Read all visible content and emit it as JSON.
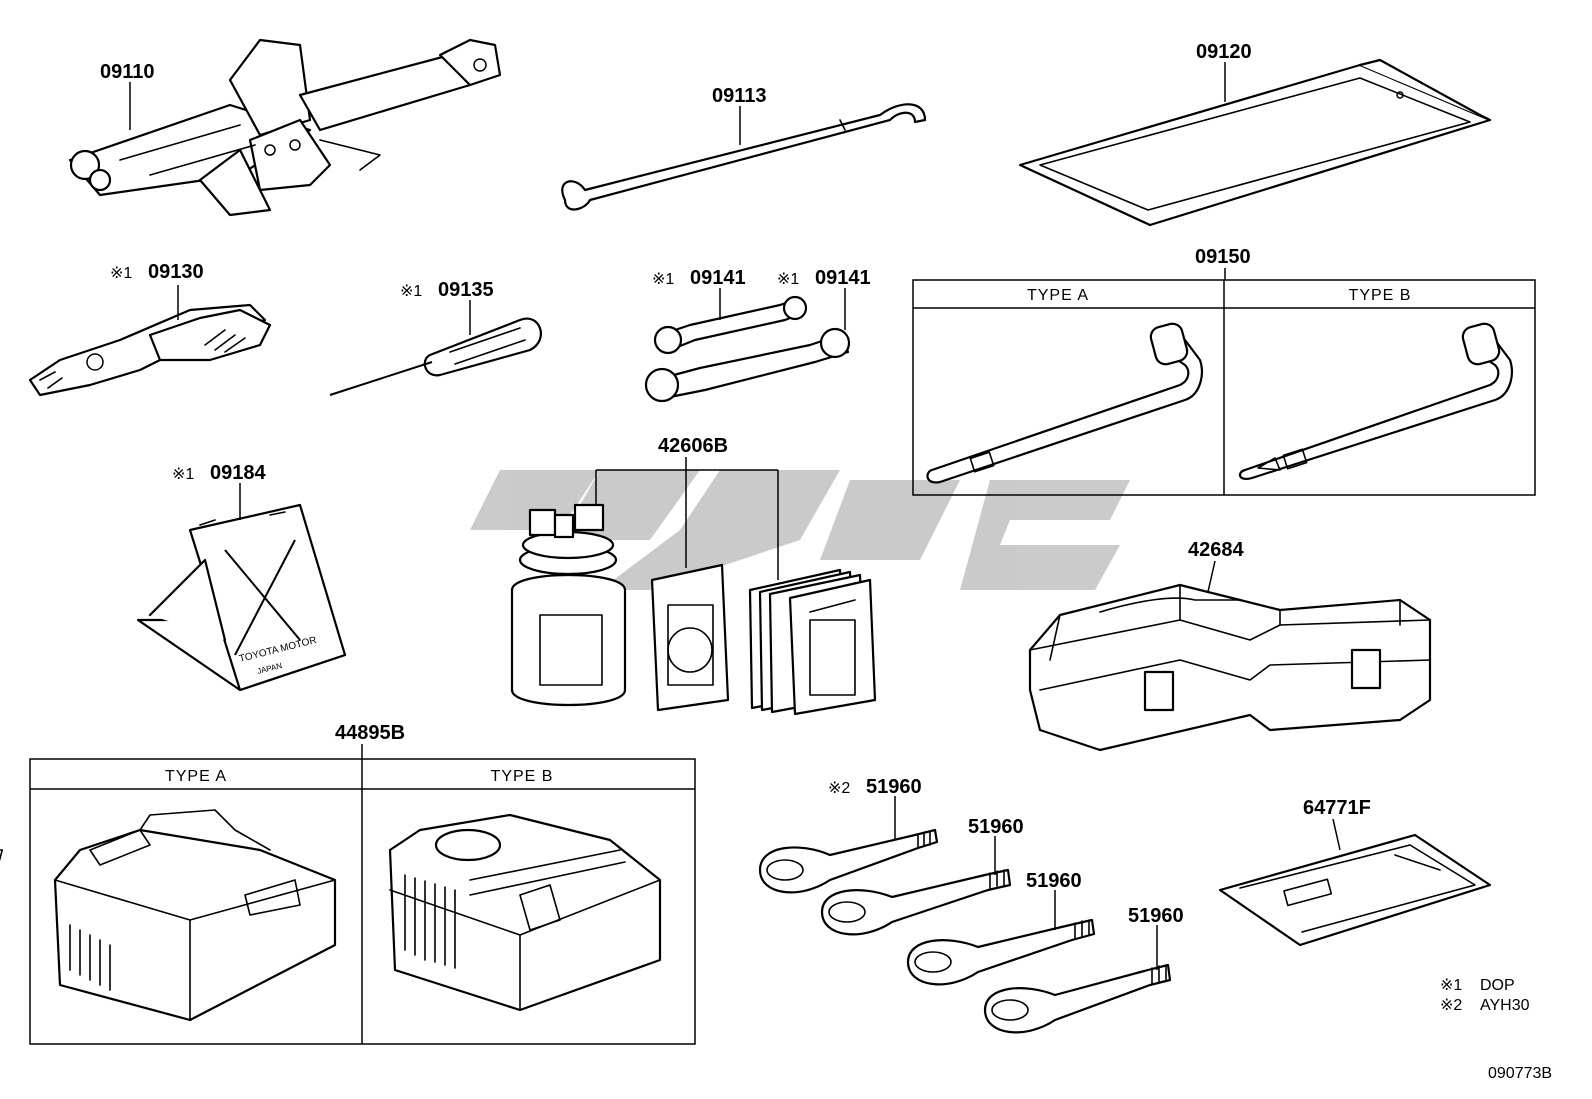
{
  "labels": {
    "jack": "09110",
    "jack_handle": "09113",
    "tool_bag": "09120",
    "pliers_mark": "※1",
    "pliers": "09130",
    "screwdriver_mark": "※1",
    "screwdriver": "09135",
    "wrench1_mark": "※1",
    "wrench1": "09141",
    "wrench2_mark": "※1",
    "wrench2": "09141",
    "hub_nut_wrench": "09150",
    "triangle_mark": "※1",
    "triangle": "09184",
    "repair_kit": "42606B",
    "tool_box": "42684",
    "compressor": "44895B",
    "tow_hook_mark": "※2",
    "tow_hook1": "51960",
    "tow_hook2": "51960",
    "tow_hook3": "51960",
    "tow_hook4": "51960",
    "manual": "64771F"
  },
  "tables": {
    "hub_nut_wrench": {
      "col_a": "TYPE A",
      "col_b": "TYPE B"
    },
    "compressor": {
      "col_a": "TYPE A",
      "col_b": "TYPE B"
    }
  },
  "triangle_text": {
    "line1": "TOYOTA MOTOR",
    "line2": "JAPAN"
  },
  "legend": {
    "row1_mark": "※1",
    "row1_text": "DOP",
    "row2_mark": "※2",
    "row2_text": "AYH30"
  },
  "figure_id": "090773B",
  "watermark": {
    "color": "#c8c8c8"
  },
  "colors": {
    "line": "#000000",
    "background": "#ffffff"
  }
}
